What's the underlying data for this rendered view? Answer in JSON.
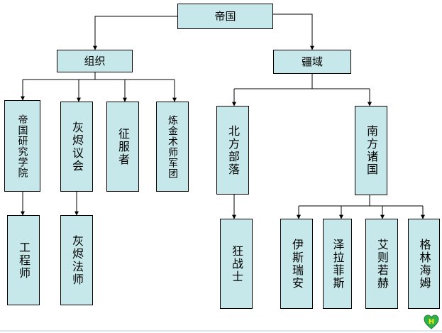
{
  "diagram": {
    "nodes": [
      {
        "id": "root",
        "text": "帝国"
      },
      {
        "id": "org",
        "text": "组织"
      },
      {
        "id": "territory",
        "text": "疆域"
      },
      {
        "id": "imperial_institute",
        "text": "帝国研究学院"
      },
      {
        "id": "ash_council",
        "text": "灰烬议会"
      },
      {
        "id": "conquerors",
        "text": "征服者"
      },
      {
        "id": "alchemist_legion",
        "text": "炼金术师军团"
      },
      {
        "id": "northern_tribes",
        "text": "北方部落"
      },
      {
        "id": "southern_states",
        "text": "南方诸国"
      },
      {
        "id": "engineer",
        "text": "工程师"
      },
      {
        "id": "ash_mage",
        "text": "灰烬法师"
      },
      {
        "id": "berserker",
        "text": "狂战士"
      },
      {
        "id": "ilsrean",
        "text": "伊斯瑞安"
      },
      {
        "id": "zelafis",
        "text": "泽拉菲斯"
      },
      {
        "id": "airuohe",
        "text": "艾则若赫"
      },
      {
        "id": "gelinhaimu",
        "text": "格林海姆"
      }
    ],
    "edges": [
      [
        "root",
        "org"
      ],
      [
        "root",
        "territory"
      ],
      [
        "org",
        "imperial_institute"
      ],
      [
        "org",
        "ash_council"
      ],
      [
        "org",
        "conquerors"
      ],
      [
        "org",
        "alchemist_legion"
      ],
      [
        "territory",
        "northern_tribes"
      ],
      [
        "territory",
        "southern_states"
      ],
      [
        "imperial_institute",
        "engineer"
      ],
      [
        "ash_council",
        "ash_mage"
      ],
      [
        "northern_tribes",
        "berserker"
      ],
      [
        "southern_states",
        "ilsrean"
      ],
      [
        "southern_states",
        "zelafis"
      ],
      [
        "southern_states",
        "airuohe"
      ],
      [
        "southern_states",
        "gelinhaimu"
      ]
    ]
  },
  "colors": {
    "node_fill": "#c6e8ea",
    "node_border": "#000000",
    "edge": "#000000",
    "badge_fill": "#2fb24a",
    "badge_text": "#ffe400"
  },
  "badge": {
    "icon": "h-badge-icon",
    "letter": "H"
  }
}
